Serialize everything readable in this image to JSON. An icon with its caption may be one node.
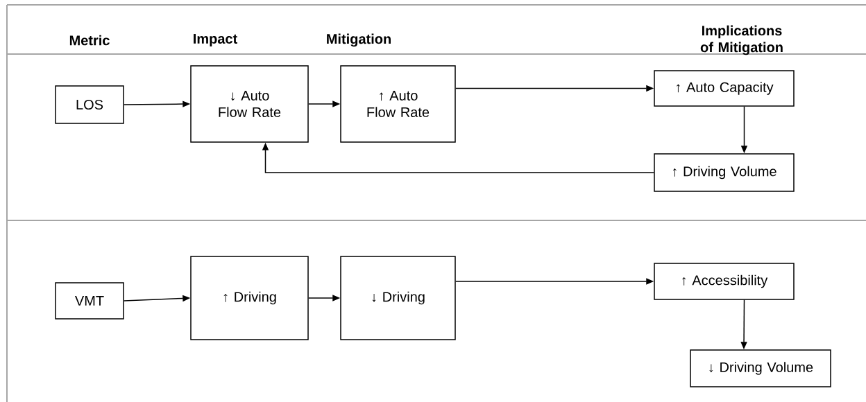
{
  "diagram": {
    "nodes": [
      {
        "text": [
          "LOS"
        ]
      },
      {
        "text": [
          "↓ Auto Flow Rate"
        ]
      },
      {
        "text": [
          "↑ Auto Flow Rate"
        ]
      },
      {
        "text": [
          "↑ Auto Capacity"
        ]
      },
      {
        "text": [
          "↑ Driving Volume"
        ]
      },
      {
        "text": [
          "VMT"
        ]
      },
      {
        "text": [
          "↑ Driving"
        ]
      },
      {
        "text": [
          "↓ Driving"
        ]
      },
      {
        "text": [
          "↑ Accessibility"
        ]
      },
      {
        "text": [
          "↓ Driving Volume"
        ]
      }
    ],
    "edges": [
      {
        "from": 0,
        "to": 1,
        "arrow": "to"
      },
      {
        "from": 1,
        "to": 2,
        "arrow": "to"
      },
      {
        "from": 2,
        "to": 3,
        "arrow": "to"
      },
      {
        "from": 3,
        "to": 4,
        "arrow": "to"
      },
      {
        "from": 4,
        "to": 1,
        "arrow": "to"
      },
      {
        "from": 5,
        "to": 6,
        "arrow": "to"
      },
      {
        "from": 6,
        "to": 7,
        "arrow": "to"
      },
      {
        "from": 7,
        "to": 8,
        "arrow": "to"
      },
      {
        "from": 8,
        "to": 9,
        "arrow": "to"
      }
    ],
    "labels": [
      "Metric",
      "Impact",
      "Mitigation",
      "Implications of Mitigation"
    ]
  }
}
